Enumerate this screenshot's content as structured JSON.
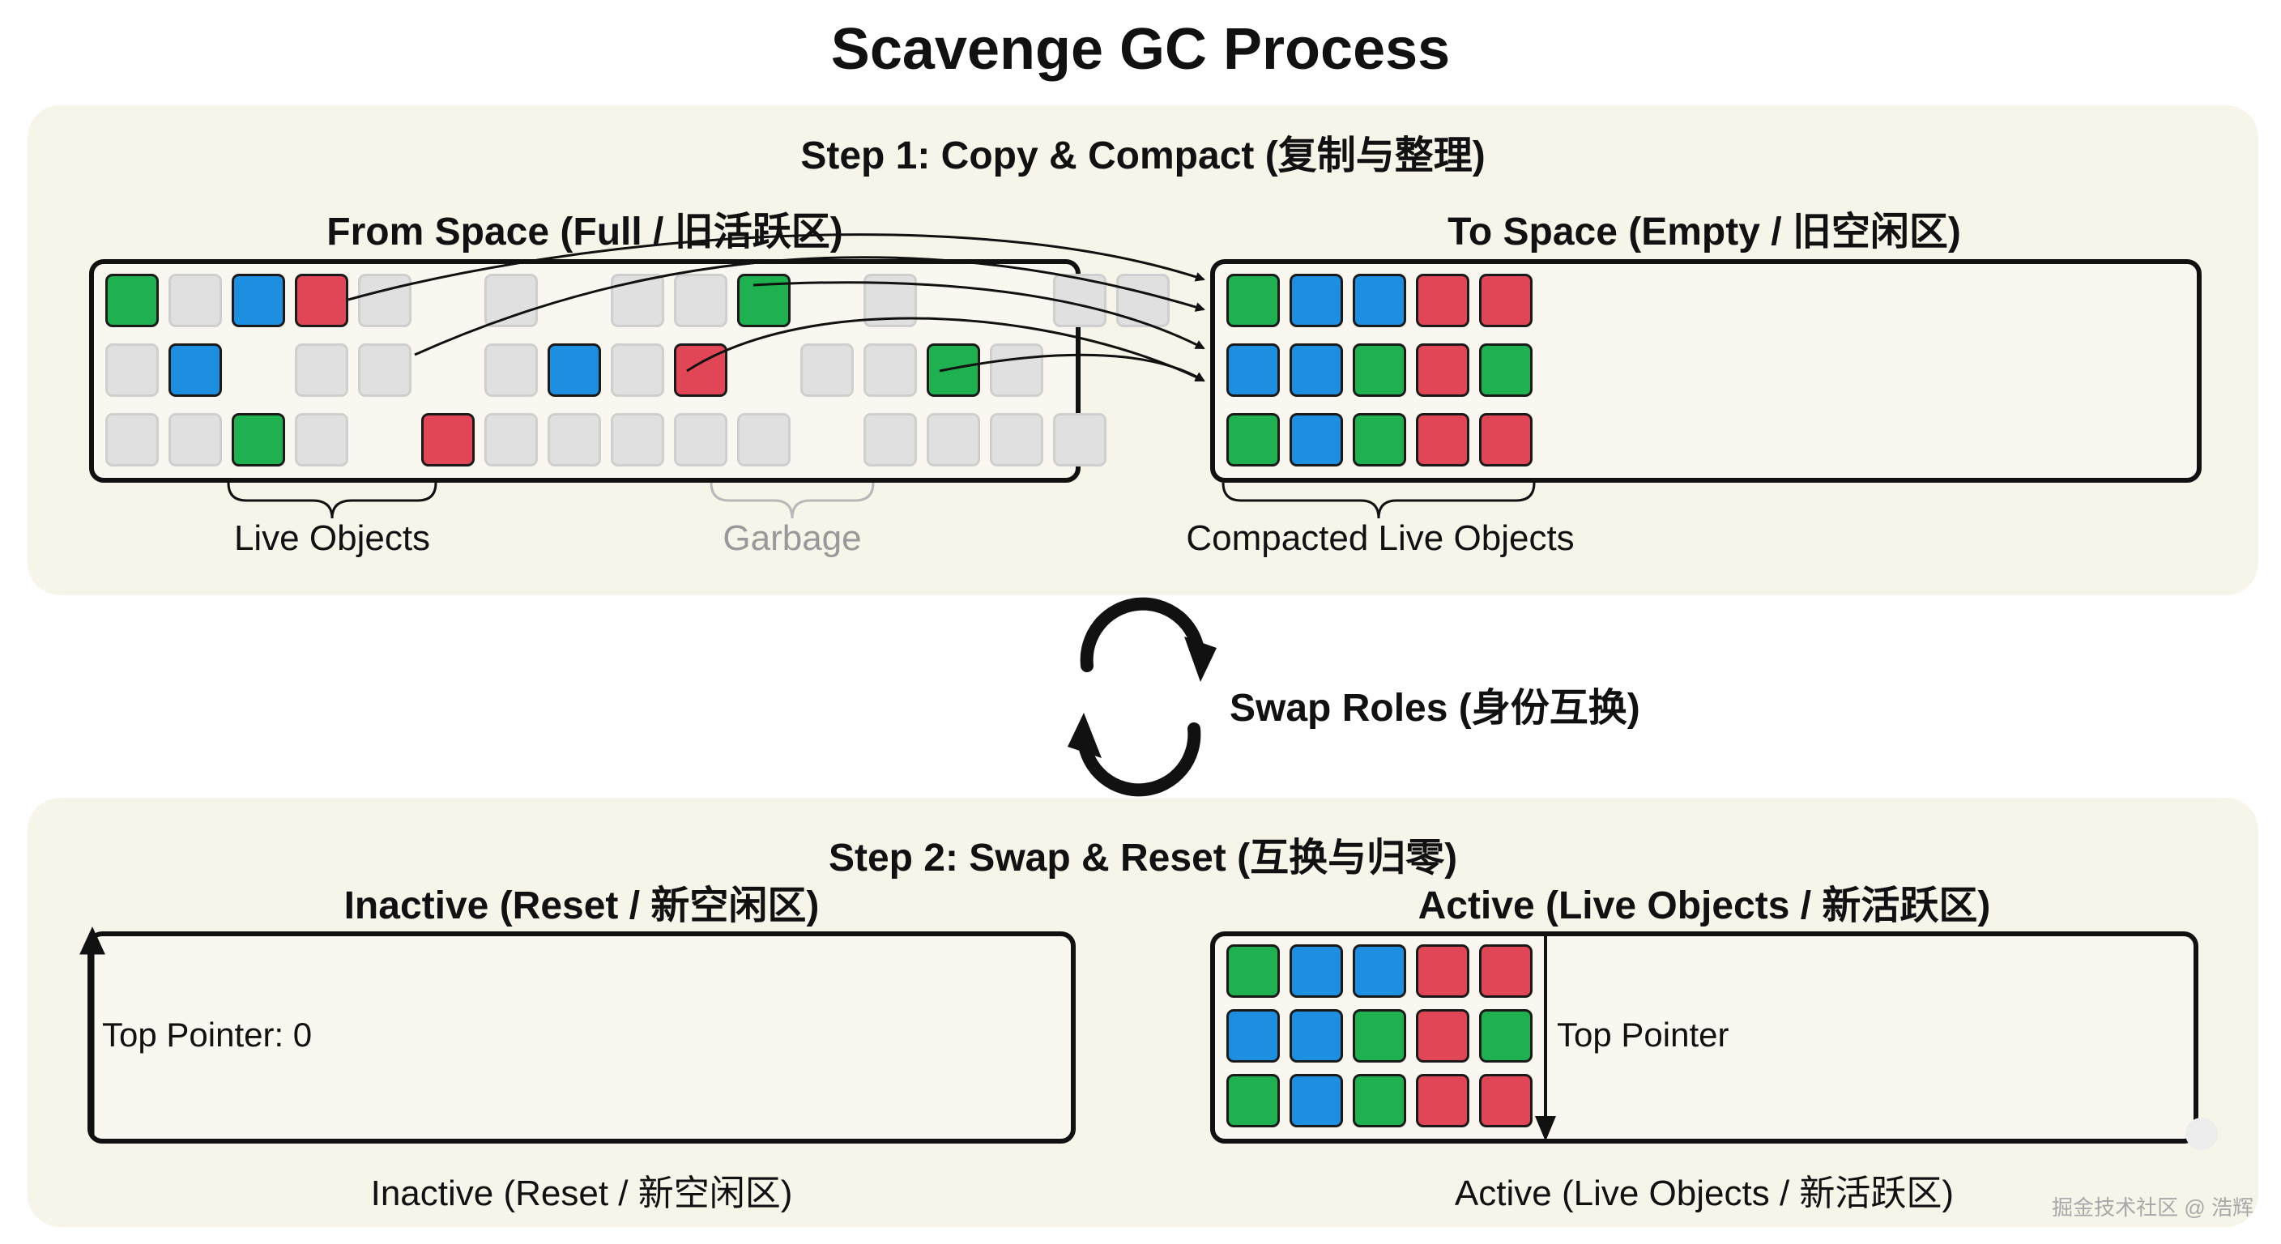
{
  "title": "Scavenge GC Process",
  "step1": {
    "heading": "Step 1: Copy & Compact (复制与整理)",
    "from_space": {
      "title": "From Space (Full / 旧活跃区)",
      "rows": [
        [
          "green",
          "gray",
          "blue",
          "red",
          "gray",
          "",
          "gray",
          "",
          "gray",
          "gray",
          "green",
          "",
          "gray",
          "",
          "",
          "gray",
          "gray"
        ],
        [
          "gray",
          "blue",
          "",
          "gray",
          "gray",
          "",
          "gray",
          "blue",
          "gray",
          "red",
          "",
          "gray",
          "gray",
          "green",
          "gray",
          "",
          ""
        ],
        [
          "gray",
          "gray",
          "green",
          "gray",
          "",
          "red",
          "gray",
          "gray",
          "gray",
          "gray",
          "gray",
          "",
          "gray",
          "gray",
          "gray",
          "gray",
          ""
        ]
      ]
    },
    "to_space": {
      "title": "To Space (Empty / 旧空闲区)",
      "rows": [
        [
          "green",
          "blue",
          "blue",
          "red",
          "red"
        ],
        [
          "blue",
          "blue",
          "green",
          "red",
          "green"
        ],
        [
          "green",
          "blue",
          "green",
          "red",
          "red"
        ]
      ]
    },
    "labels": {
      "live_objects": "Live Objects",
      "garbage": "Garbage",
      "compacted": "Compacted Live Objects"
    }
  },
  "swap": {
    "label": "Swap Roles (身份互换)"
  },
  "step2": {
    "heading": "Step 2: Swap & Reset (互换与归零)",
    "inactive": {
      "title": "Inactive (Reset / 新空闲区)",
      "pointer_label": "Top Pointer: 0",
      "bottom_label": "Inactive (Reset / 新空闲区)"
    },
    "active": {
      "title": "Active (Live Objects / 新活跃区)",
      "pointer_label": "Top Pointer",
      "bottom_label": "Active (Live Objects / 新活跃区)",
      "rows": [
        [
          "green",
          "blue",
          "blue",
          "red",
          "red"
        ],
        [
          "blue",
          "blue",
          "green",
          "red",
          "green"
        ],
        [
          "green",
          "blue",
          "green",
          "red",
          "red"
        ]
      ]
    }
  },
  "watermark": "掘金技术社区 @ 浩辉",
  "colors": {
    "green": "#1fb050",
    "blue": "#1e8fe0",
    "red": "#e04656",
    "gray": "#e0e0e0",
    "panel": "#f7f4ea"
  }
}
